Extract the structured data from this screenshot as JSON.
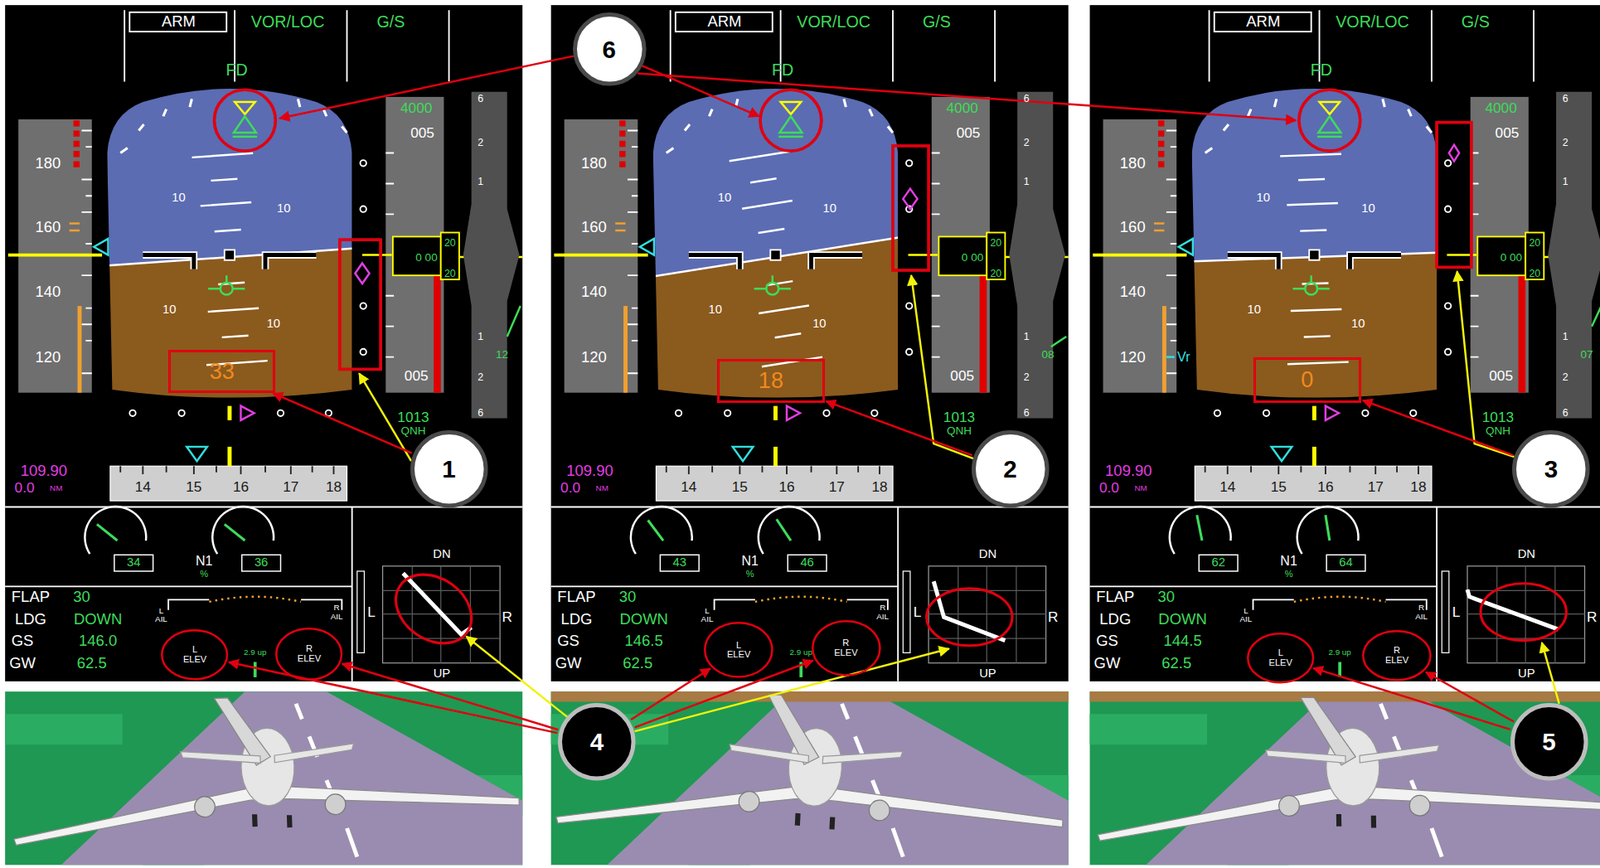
{
  "diagram": {
    "nodes": [
      {
        "text": [
          "33"
        ]
      },
      {
        "text": [
          "L ELEV"
        ]
      },
      {
        "text": [
          "R ELEV"
        ]
      },
      {
        "text": [
          "6"
        ]
      },
      {
        "text": [
          "18"
        ]
      },
      {
        "text": [
          "L ELEV"
        ]
      },
      {
        "text": [
          "R ELEV"
        ]
      },
      {
        "text": [
          "0"
        ]
      },
      {
        "text": [
          "L ELEV"
        ]
      },
      {
        "text": [
          "R ELEV"
        ]
      },
      {
        "text": [
          "1"
        ]
      },
      {
        "text": [
          "2"
        ]
      },
      {
        "text": [
          "3"
        ]
      },
      {
        "text": [
          "4"
        ]
      },
      {
        "text": [
          "5"
        ]
      }
    ],
    "edges": [
      {
        "from": 10,
        "to": 0,
        "arrow": "to"
      },
      {
        "from": 11,
        "to": 4,
        "arrow": "to"
      },
      {
        "from": 12,
        "to": 7,
        "arrow": "to"
      },
      {
        "from": 13,
        "to": 1,
        "arrow": "to"
      },
      {
        "from": 13,
        "to": 2,
        "arrow": "to"
      },
      {
        "from": 13,
        "to": 5,
        "arrow": "to"
      },
      {
        "from": 13,
        "to": 6,
        "arrow": "to"
      },
      {
        "from": 14,
        "to": 8,
        "arrow": "to"
      },
      {
        "from": 14,
        "to": 9,
        "arrow": "to"
      }
    ],
    "labels": [
      "ARM",
      "VOR/LOC",
      "G/S",
      "FD",
      "180",
      "160",
      "140",
      "120",
      "10",
      "10",
      "10",
      "10",
      "4000",
      "005",
      "005",
      "1013",
      "QNH",
      "6",
      "2",
      "1",
      "1",
      "2",
      "6",
      "12",
      "20",
      "0 00",
      "20",
      "109.90",
      "0.0",
      "NM",
      "14",
      "15",
      "16",
      "17",
      "18",
      "34",
      "36",
      "N1",
      "%",
      "FLAP",
      "30",
      "LDG",
      "DOWN",
      "GS",
      "146.0",
      "GW",
      "62.5",
      "L AIL",
      "R AIL",
      "2.9 up",
      "DN",
      "UP",
      "L",
      "R",
      "ARM",
      "VOR/LOC",
      "G/S",
      "FD",
      "180",
      "160",
      "140",
      "120",
      "10",
      "10",
      "10",
      "10",
      "4000",
      "005",
      "005",
      "1013",
      "QNH",
      "6",
      "2",
      "1",
      "1",
      "2",
      "6",
      "08",
      "20",
      "0 00",
      "20",
      "109.90",
      "0.0",
      "NM",
      "14",
      "15",
      "16",
      "17",
      "18",
      "43",
      "46",
      "N1",
      "%",
      "FLAP",
      "30",
      "LDG",
      "DOWN",
      "GS",
      "146.5",
      "GW",
      "62.5",
      "L AIL",
      "R AIL",
      "2.9 up",
      "DN",
      "UP",
      "L",
      "R",
      "ARM",
      "VOR/LOC",
      "G/S",
      "FD",
      "180",
      "160",
      "140",
      "120",
      "10",
      "10",
      "10",
      "10",
      "4000",
      "005",
      "005",
      "1013",
      "QNH",
      "6",
      "2",
      "1",
      "1",
      "2",
      "6",
      "07",
      "20",
      "0 00",
      "20",
      "109.90",
      "0.0",
      "NM",
      "14",
      "15",
      "16",
      "17",
      "18",
      "62",
      "64",
      "N1",
      "%",
      "FLAP",
      "30",
      "LDG",
      "DOWN",
      "GS",
      "144.5",
      "GW",
      "62.5",
      "L AIL",
      "R AIL",
      "2.9 up",
      "DN",
      "UP",
      "L",
      "R",
      "Vr"
    ]
  }
}
